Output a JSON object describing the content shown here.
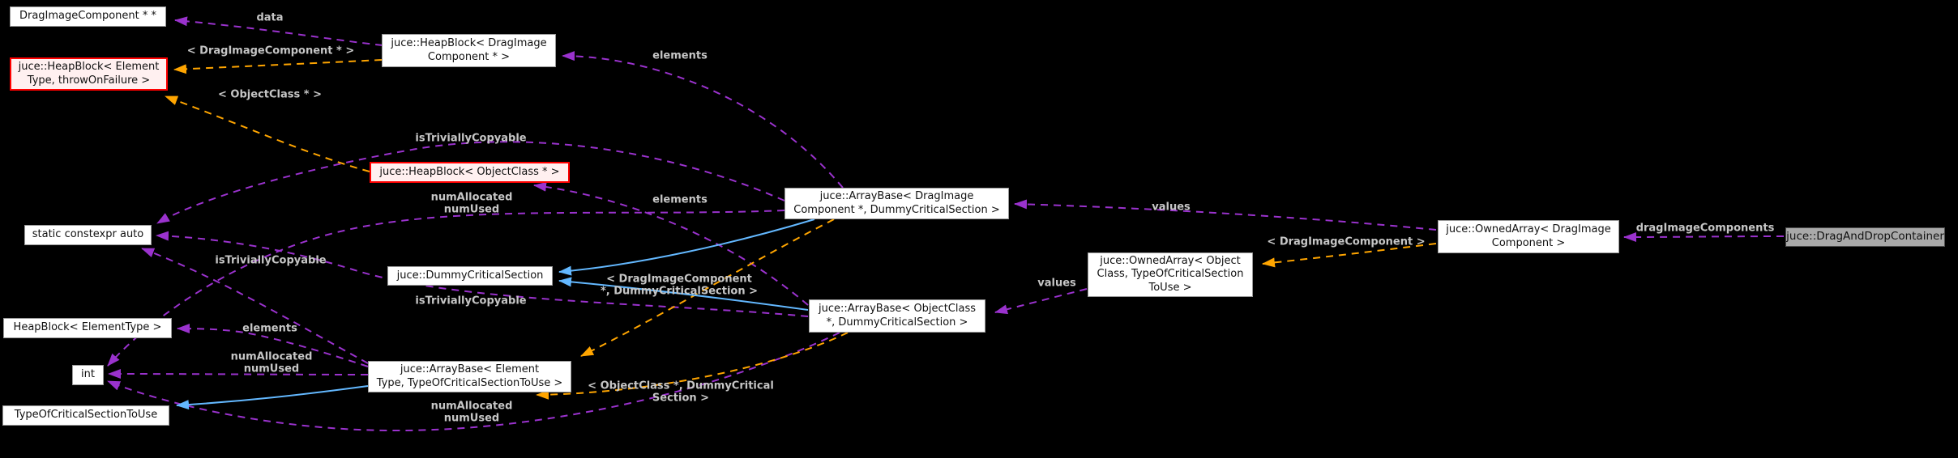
{
  "diagram": {
    "title": "Collaboration graph for juce::DragAndDropContainer",
    "colors": {
      "background": "#000000",
      "usage_edge": "#9a32cd",
      "template_edge": "#ffa500",
      "inheritance_edge": "#63b8ff",
      "node_fill": "#ffffff",
      "node_border": "#9a9a9a",
      "template_node_fill": "#fff0f0",
      "template_node_border": "#ff0000",
      "main_node_fill": "#a9a9a9",
      "edge_label_color": "#c6c6c6"
    },
    "nodes": {
      "drag_image_component_ptr_ptr": {
        "label": "DragImageComponent * *"
      },
      "heapblock_elementtype_throwonfailure": {
        "label": "juce::HeapBlock< Element\nType, throwOnFailure >"
      },
      "static_constexpr_auto": {
        "label": "static constexpr auto"
      },
      "heapblock_elementtype": {
        "label": "HeapBlock< ElementType >"
      },
      "int": {
        "label": "int"
      },
      "typeofcriticalsectiontouse": {
        "label": "TypeOfCriticalSectionToUse"
      },
      "heapblock_dragimagecomponent": {
        "label": "juce::HeapBlock< DragImage\nComponent * >"
      },
      "heapblock_objectclass": {
        "label": "juce::HeapBlock< ObjectClass * >"
      },
      "dummycriticalsection": {
        "label": "juce::DummyCriticalSection"
      },
      "arraybase_elementtype": {
        "label": "juce::ArrayBase< Element\nType, TypeOfCriticalSectionToUse >"
      },
      "arraybase_dragimagecomponent": {
        "label": "juce::ArrayBase< DragImage\nComponent *, DummyCriticalSection >"
      },
      "arraybase_objectclass": {
        "label": "juce::ArrayBase< ObjectClass\n*, DummyCriticalSection >"
      },
      "ownedarray_objectclass": {
        "label": "juce::OwnedArray< Object\nClass, TypeOfCriticalSection\nToUse >"
      },
      "ownedarray_dragimagecomponent": {
        "label": "juce::OwnedArray< DragImage\nComponent >"
      },
      "draganddropcontainer": {
        "label": "juce::DragAndDropContainer"
      }
    },
    "edge_labels": {
      "data": "data",
      "template_dragimagecomponent_ptr": "< DragImageComponent * >",
      "template_objectclass_ptr": "< ObjectClass * >",
      "istriviallycopyable_1": "isTriviallyCopyable",
      "istriviallycopyable_2": "isTriviallyCopyable",
      "istriviallycopyable_3": "isTriviallyCopyable",
      "elements_1": "elements",
      "elements_2": "elements",
      "elements_3": "elements",
      "numallocated_numused_1": "numAllocated\nnumUsed",
      "numallocated_numused_2": "numAllocated\nnumUsed",
      "numallocated_numused_3": "numAllocated\nnumUsed",
      "template_dic_dcs": "< DragImageComponent\n*, DummyCriticalSection >",
      "template_oc_dcs": "< ObjectClass *, DummyCritical\nSection >",
      "values_1": "values",
      "values_2": "values",
      "template_dragimagecomponent": "< DragImageComponent >",
      "dragimagecomponents": "dragImageComponents"
    },
    "edges": [
      {
        "from": "juce::HeapBlock< DragImageComponent * >",
        "to": "DragImageComponent * *",
        "label": "data",
        "kind": "usage"
      },
      {
        "from": "juce::ArrayBase< DragImageComponent *, DummyCriticalSection >",
        "to": "juce::HeapBlock< DragImageComponent * >",
        "label": "elements",
        "kind": "usage"
      },
      {
        "from": "juce::ArrayBase< DragImageComponent *, DummyCriticalSection >",
        "to": "static constexpr auto",
        "label": "isTriviallyCopyable",
        "kind": "usage"
      },
      {
        "from": "juce::ArrayBase< DragImageComponent *, DummyCriticalSection >",
        "to": "int",
        "label": "numAllocated numUsed",
        "kind": "usage"
      },
      {
        "from": "juce::ArrayBase< ObjectClass *, DummyCriticalSection >",
        "to": "juce::HeapBlock< ObjectClass * >",
        "label": "elements",
        "kind": "usage"
      },
      {
        "from": "juce::ArrayBase< ObjectClass *, DummyCriticalSection >",
        "to": "static constexpr auto",
        "label": "isTriviallyCopyable",
        "kind": "usage"
      },
      {
        "from": "juce::ArrayBase< ObjectClass *, DummyCriticalSection >",
        "to": "int",
        "label": "numAllocated numUsed",
        "kind": "usage"
      },
      {
        "from": "juce::ArrayBase< ElementType, TypeOfCriticalSectionToUse >",
        "to": "HeapBlock< ElementType >",
        "label": "elements",
        "kind": "usage"
      },
      {
        "from": "juce::ArrayBase< ElementType, TypeOfCriticalSectionToUse >",
        "to": "static constexpr auto",
        "label": "isTriviallyCopyable",
        "kind": "usage"
      },
      {
        "from": "juce::ArrayBase< ElementType, TypeOfCriticalSectionToUse >",
        "to": "int",
        "label": "numAllocated numUsed",
        "kind": "usage"
      },
      {
        "from": "juce::OwnedArray< DragImageComponent >",
        "to": "juce::ArrayBase< DragImageComponent *, DummyCriticalSection >",
        "label": "values",
        "kind": "usage"
      },
      {
        "from": "juce::OwnedArray< ObjectClass, TypeOfCriticalSectionToUse >",
        "to": "juce::ArrayBase< ObjectClass *, DummyCriticalSection >",
        "label": "values",
        "kind": "usage"
      },
      {
        "from": "juce::DragAndDropContainer",
        "to": "juce::OwnedArray< DragImageComponent >",
        "label": "dragImageComponents",
        "kind": "usage"
      },
      {
        "from": "juce::HeapBlock< DragImageComponent * >",
        "to": "juce::HeapBlock< ElementType, throwOnFailure >",
        "label": "< DragImageComponent * >",
        "kind": "template-instantiation"
      },
      {
        "from": "juce::HeapBlock< ObjectClass * >",
        "to": "juce::HeapBlock< ElementType, throwOnFailure >",
        "label": "< ObjectClass * >",
        "kind": "template-instantiation"
      },
      {
        "from": "juce::ArrayBase< DragImageComponent *, DummyCriticalSection >",
        "to": "juce::ArrayBase< ElementType, TypeOfCriticalSectionToUse >",
        "label": "< DragImageComponent *, DummyCriticalSection >",
        "kind": "template-instantiation"
      },
      {
        "from": "juce::ArrayBase< ObjectClass *, DummyCriticalSection >",
        "to": "juce::ArrayBase< ElementType, TypeOfCriticalSectionToUse >",
        "label": "< ObjectClass *, DummyCriticalSection >",
        "kind": "template-instantiation"
      },
      {
        "from": "juce::OwnedArray< DragImageComponent >",
        "to": "juce::OwnedArray< ObjectClass, TypeOfCriticalSectionToUse >",
        "label": "< DragImageComponent >",
        "kind": "template-instantiation"
      },
      {
        "from": "juce::ArrayBase< DragImageComponent *, DummyCriticalSection >",
        "to": "juce::DummyCriticalSection",
        "label": "",
        "kind": "inheritance"
      },
      {
        "from": "juce::ArrayBase< ObjectClass *, DummyCriticalSection >",
        "to": "juce::DummyCriticalSection",
        "label": "",
        "kind": "inheritance"
      },
      {
        "from": "juce::ArrayBase< ElementType, TypeOfCriticalSectionToUse >",
        "to": "TypeOfCriticalSectionToUse",
        "label": "",
        "kind": "inheritance"
      }
    ]
  }
}
